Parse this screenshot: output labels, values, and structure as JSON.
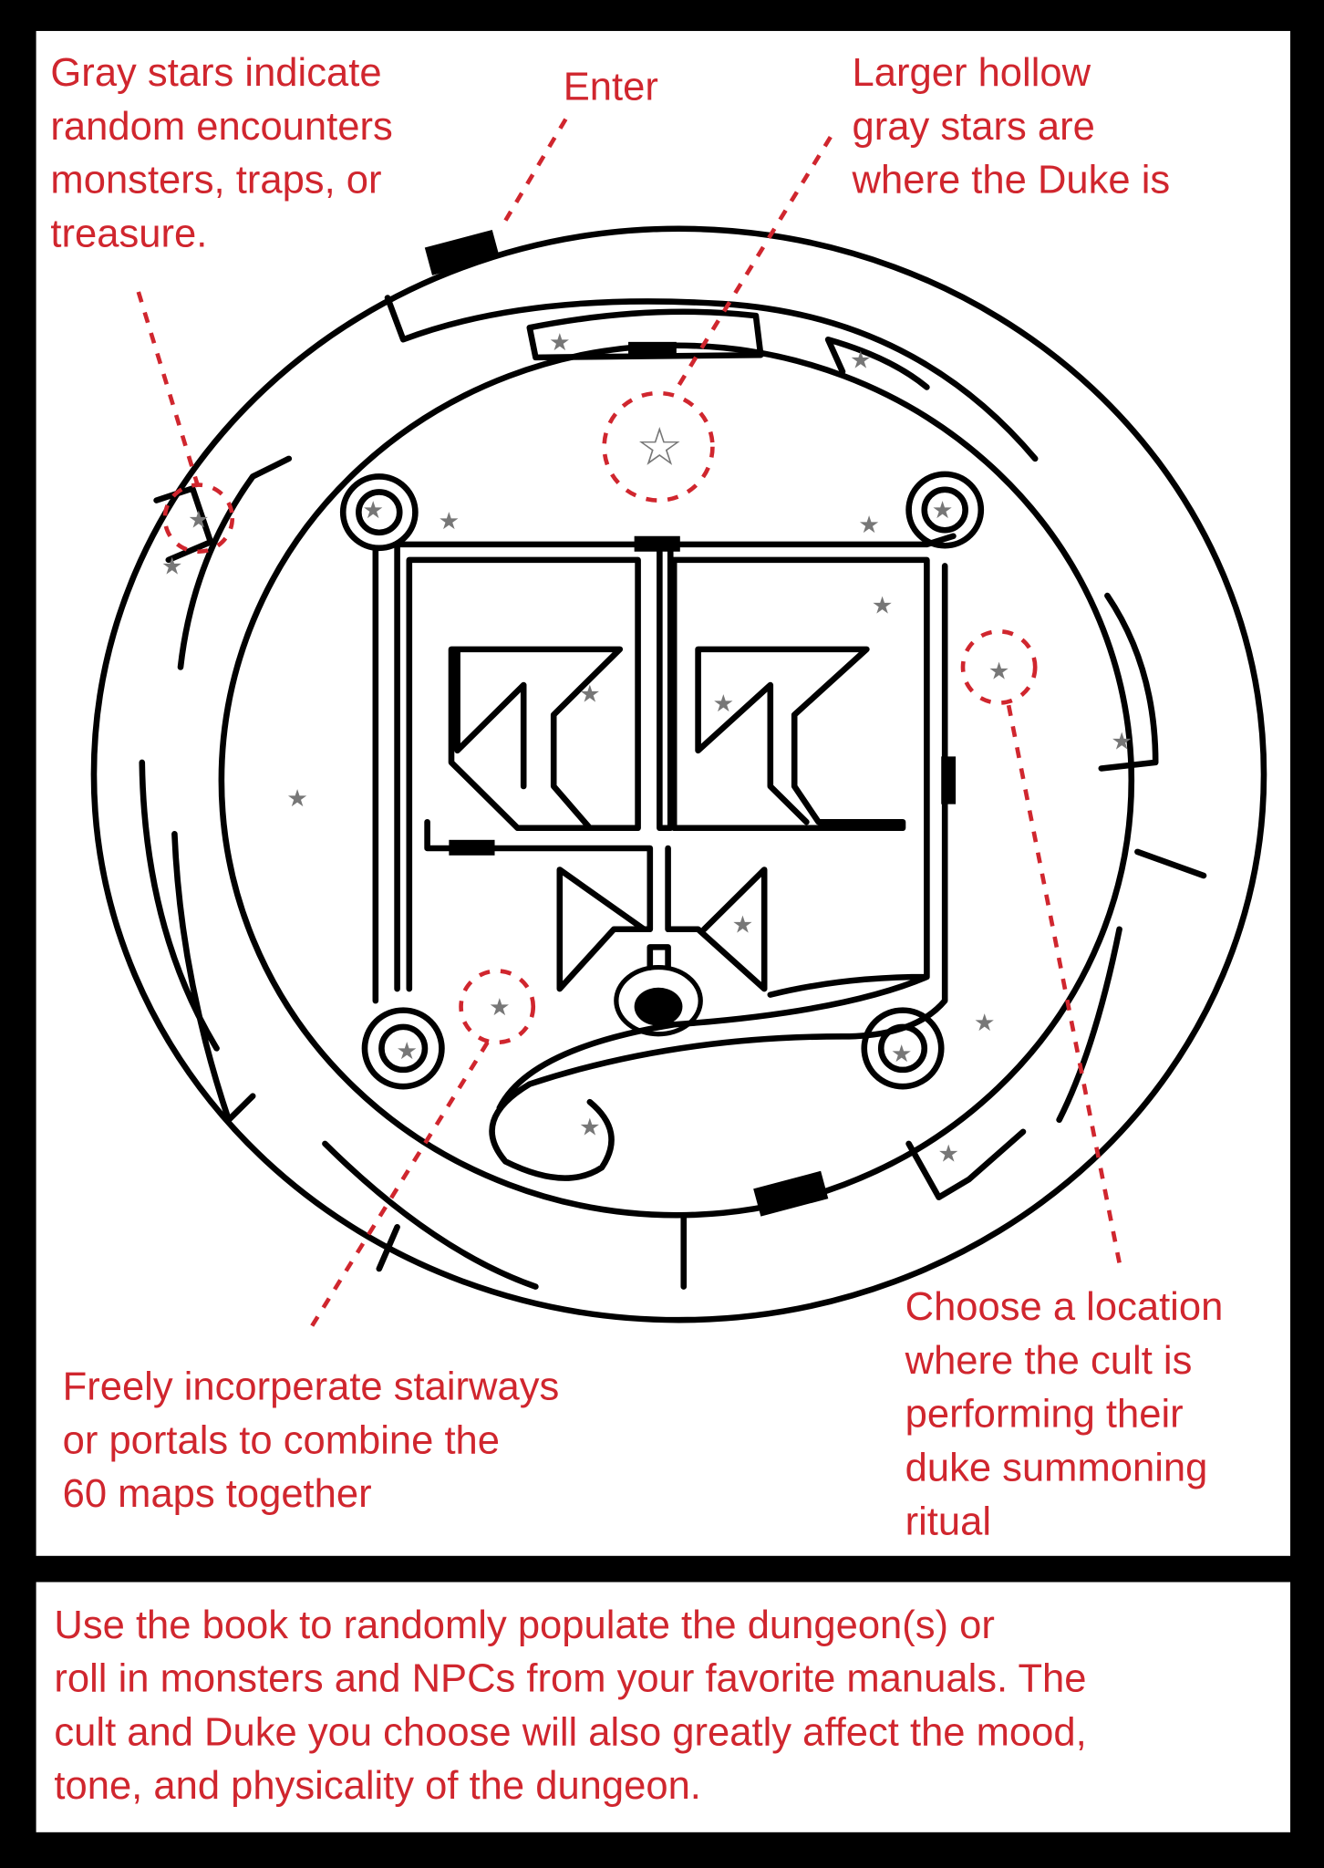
{
  "annotations": {
    "gray_stars": [
      "Gray stars indicate",
      "random encounters",
      "monsters, traps, or",
      "treasure."
    ],
    "enter": "Enter",
    "duke_stars": [
      "Larger hollow",
      "gray stars are",
      "where the Duke is"
    ],
    "stairways": [
      "Freely incorperate stairways",
      "or portals to combine the",
      "60 maps together"
    ],
    "ritual": [
      "Choose a location",
      "where the cult is",
      "performing their",
      "duke summoning",
      "ritual"
    ]
  },
  "footer": {
    "lines": [
      "Use the book to randomly populate the dungeon(s) or",
      "roll in monsters and NPCs from your favorite manuals. The",
      "cult and Duke you choose will also greatly affect the mood,",
      "tone, and physicality of the dungeon."
    ]
  },
  "colors": {
    "annotation": "#d0262e",
    "star": "#777777",
    "frame": "#000000"
  },
  "icons": {
    "encounter": "gray-star-icon",
    "duke": "hollow-star-icon"
  }
}
